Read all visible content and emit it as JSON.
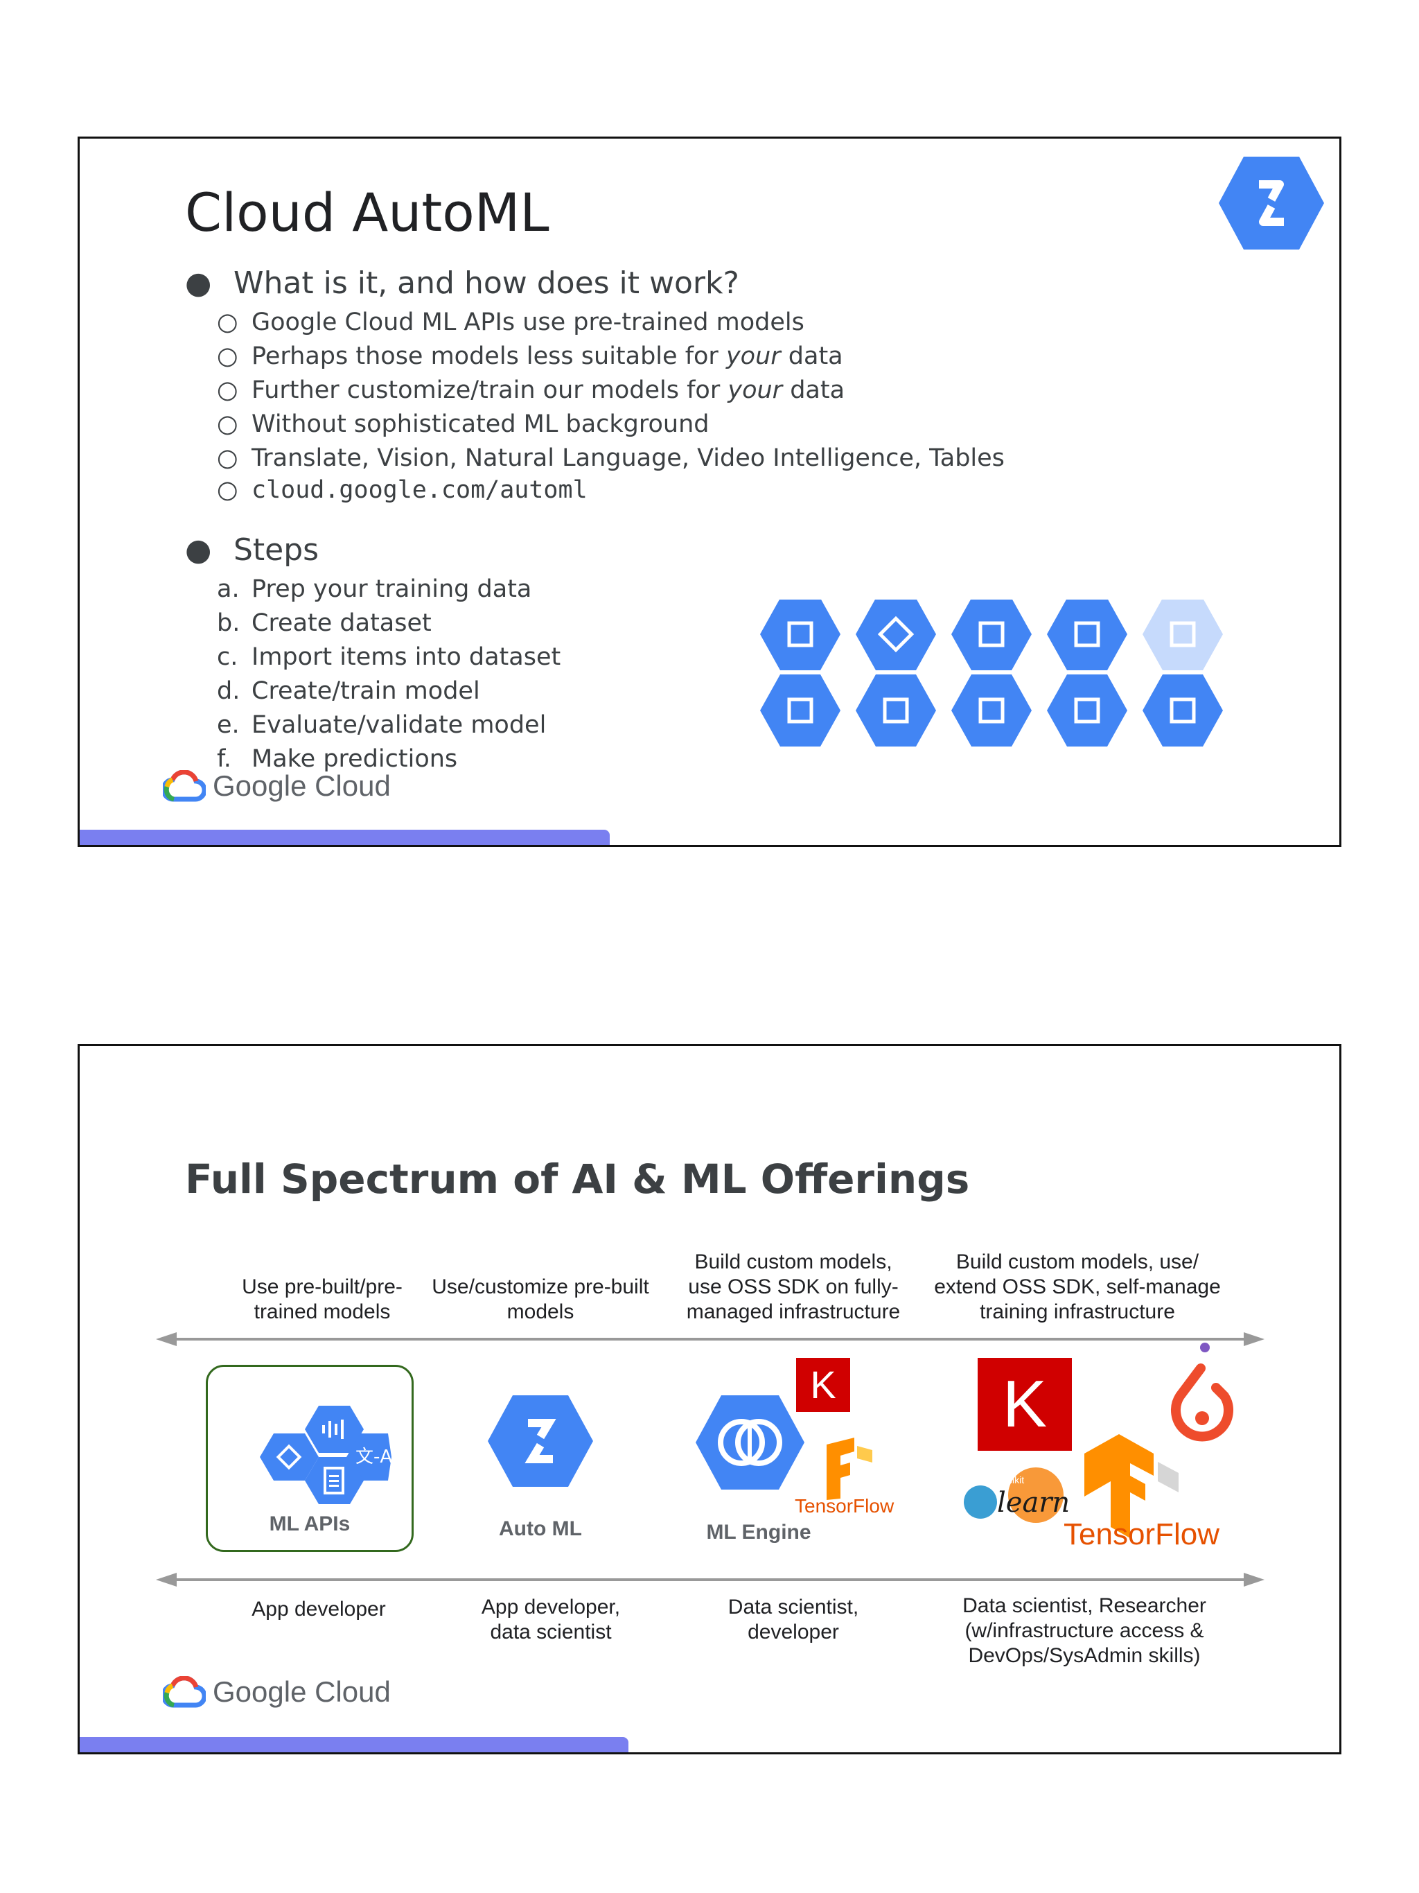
{
  "slide1": {
    "title": "Cloud AutoML",
    "bullet1": {
      "text": "What is it, and how does it work?",
      "subs": [
        {
          "pre": "Google Cloud ML APIs use pre-trained models",
          "em": "",
          "post": ""
        },
        {
          "pre": "Perhaps those models less suitable for ",
          "em": "your",
          "post": " data"
        },
        {
          "pre": "Further customize/train our models for ",
          "em": "your",
          "post": " data"
        },
        {
          "pre": "Without sophisticated ML background",
          "em": "",
          "post": ""
        },
        {
          "pre": "Translate, Vision, Natural Language, Video Intelligence, Tables",
          "em": "",
          "post": ""
        }
      ],
      "url": "cloud.google.com/automl"
    },
    "bullet2": {
      "text": "Steps",
      "steps": [
        {
          "letter": "a.",
          "text": "Prep your training data"
        },
        {
          "letter": "b.",
          "text": "Create dataset"
        },
        {
          "letter": "c.",
          "text": "Import items into dataset"
        },
        {
          "letter": "d.",
          "text": "Create/train model"
        },
        {
          "letter": "e.",
          "text": "Evaluate/validate model"
        },
        {
          "letter": "f.",
          "text": "Make predictions"
        }
      ]
    },
    "sub_marker": "○",
    "bullet_marker": "●",
    "logo_text": "Google Cloud"
  },
  "slide2": {
    "title": "Full Spectrum of AI & ML Offerings",
    "col_heads": [
      "Use pre-built/pre-\ntrained models",
      "Use/customize pre-built\nmodels",
      "Build custom models,\nuse OSS SDK on fully-\nmanaged infrastructure",
      "Build custom models, use/\nextend OSS SDK, self-manage\ntraining infrastructure"
    ],
    "products": {
      "ml_apis": "ML APIs",
      "auto_ml": "Auto ML",
      "ml_engine": "ML Engine",
      "tensorflow": "TensorFlow",
      "keras": "K",
      "learn": "learn",
      "scikit": "scikit"
    },
    "audiences": [
      "App developer",
      "App developer,\ndata scientist",
      "Data scientist,\ndeveloper",
      "Data scientist, Researcher\n(w/infrastructure access &\nDevOps/SysAdmin skills)"
    ],
    "logo_text": "Google Cloud"
  },
  "colors": {
    "gcp_blue": "#4285f4",
    "accent_bar": "#7a7ff0",
    "keras_red": "#d00000",
    "tf_orange": "#ff8f00",
    "green_border": "#33691e"
  }
}
